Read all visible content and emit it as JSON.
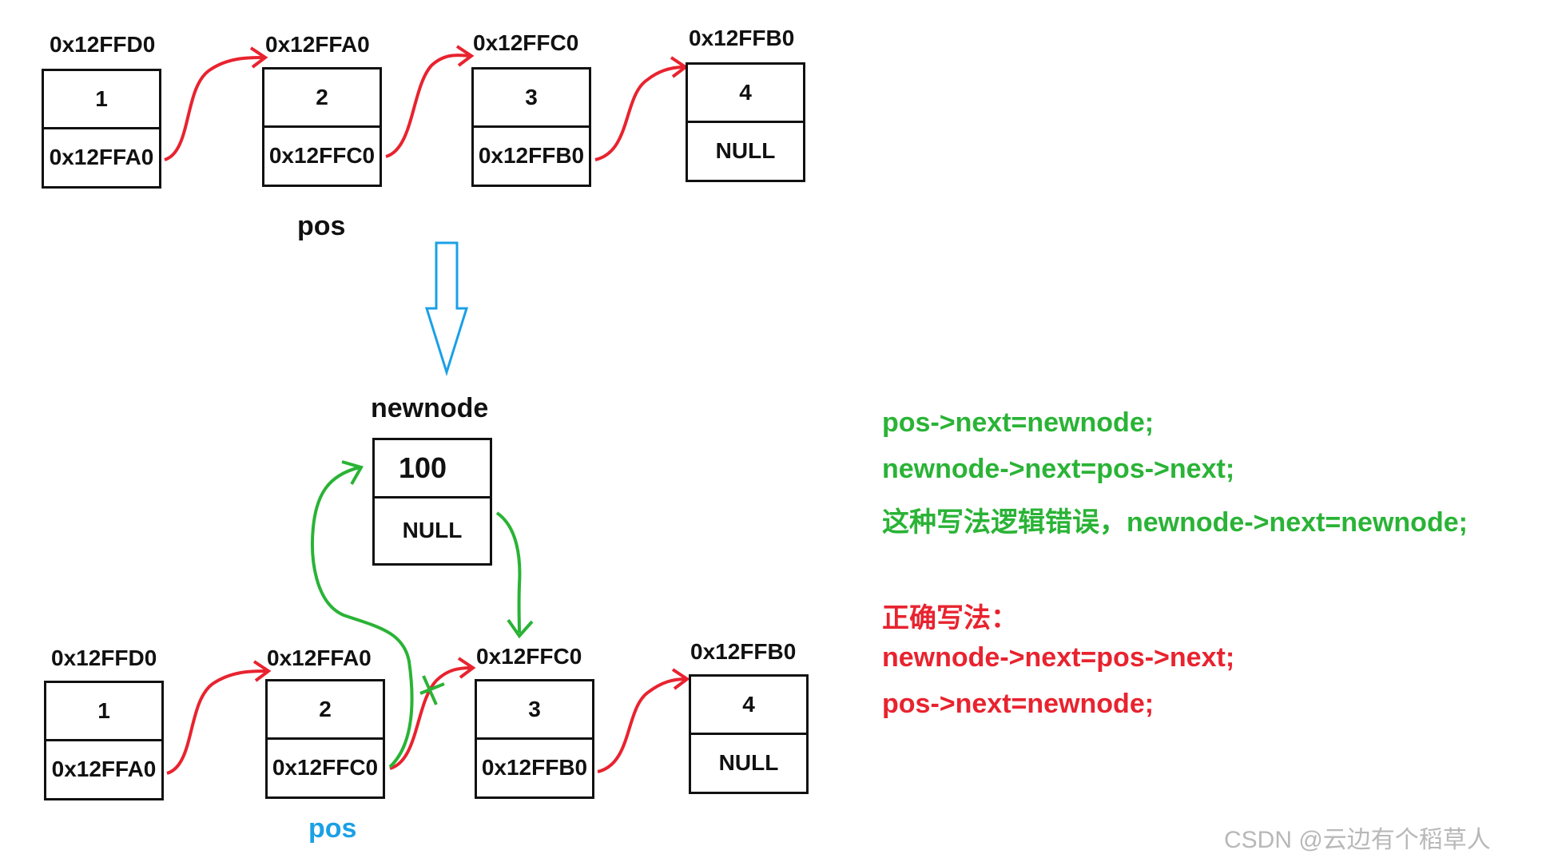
{
  "top_list": {
    "nodes": [
      {
        "address": "0x12FFD0",
        "data": "1",
        "next": "0x12FFA0"
      },
      {
        "address": "0x12FFA0",
        "data": "2",
        "next": "0x12FFC0"
      },
      {
        "address": "0x12FFC0",
        "data": "3",
        "next": "0x12FFB0"
      },
      {
        "address": "0x12FFB0",
        "data": "4",
        "next": "NULL"
      }
    ],
    "pos_label": "pos"
  },
  "newnode": {
    "label": "newnode",
    "data": "100",
    "next": "NULL"
  },
  "bottom_list": {
    "nodes": [
      {
        "address": "0x12FFD0",
        "data": "1",
        "next": "0x12FFA0"
      },
      {
        "address": "0x12FFA0",
        "data": "2",
        "next": "0x12FFC0"
      },
      {
        "address": "0x12FFC0",
        "data": "3",
        "next": "0x12FFB0"
      },
      {
        "address": "0x12FFB0",
        "data": "4",
        "next": "NULL"
      }
    ],
    "pos_label": "pos"
  },
  "wrong_code": {
    "line1": "pos->next=newnode;",
    "line2": "newnode->next=pos->next;",
    "line3": "这种写法逻辑错误，newnode->next=newnode;"
  },
  "correct_code": {
    "heading": "正确写法：",
    "line1": "newnode->next=pos->next;",
    "line2": "pos->next=newnode;"
  },
  "watermark": "CSDN @云边有个稻草人",
  "colors": {
    "link_arrow": "#e8232f",
    "new_link_arrow": "#2ab336",
    "down_arrow": "#1aa0e6",
    "box": "#111111"
  }
}
